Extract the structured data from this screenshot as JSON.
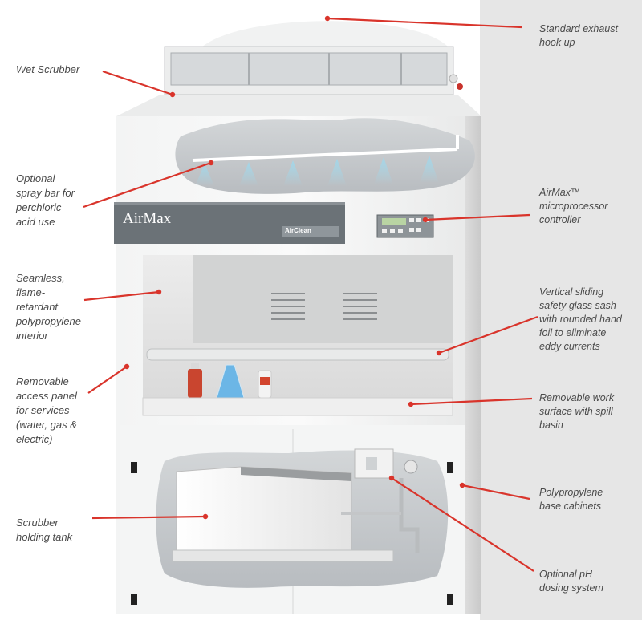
{
  "diagram": {
    "product_logo": "AirMax",
    "panel_logo": "AirClean",
    "accent_color": "#d9342b",
    "callouts": {
      "exhaust": "Standard exhaust\nhook up",
      "wet_scrubber": "Wet Scrubber",
      "spray_bar": "Optional\nspray bar for\nperchloric\nacid use",
      "controller": "AirMax™\nmicroprocessor\ncontroller",
      "interior": "Seamless,\nflame-\nretardant\npolypropylene\ninterior",
      "sash": "Vertical sliding\nsafety glass sash\nwith rounded hand\nfoil to eliminate\neddy currents",
      "access_panel": "Removable\naccess panel\nfor services\n(water, gas &\nelectric)",
      "work_surface": "Removable work\nsurface with spill\nbasin",
      "base_cabinets": "Polypropylene\nbase cabinets",
      "holding_tank": "Scrubber\nholding tank",
      "ph_dosing": "Optional pH\ndosing system"
    }
  }
}
